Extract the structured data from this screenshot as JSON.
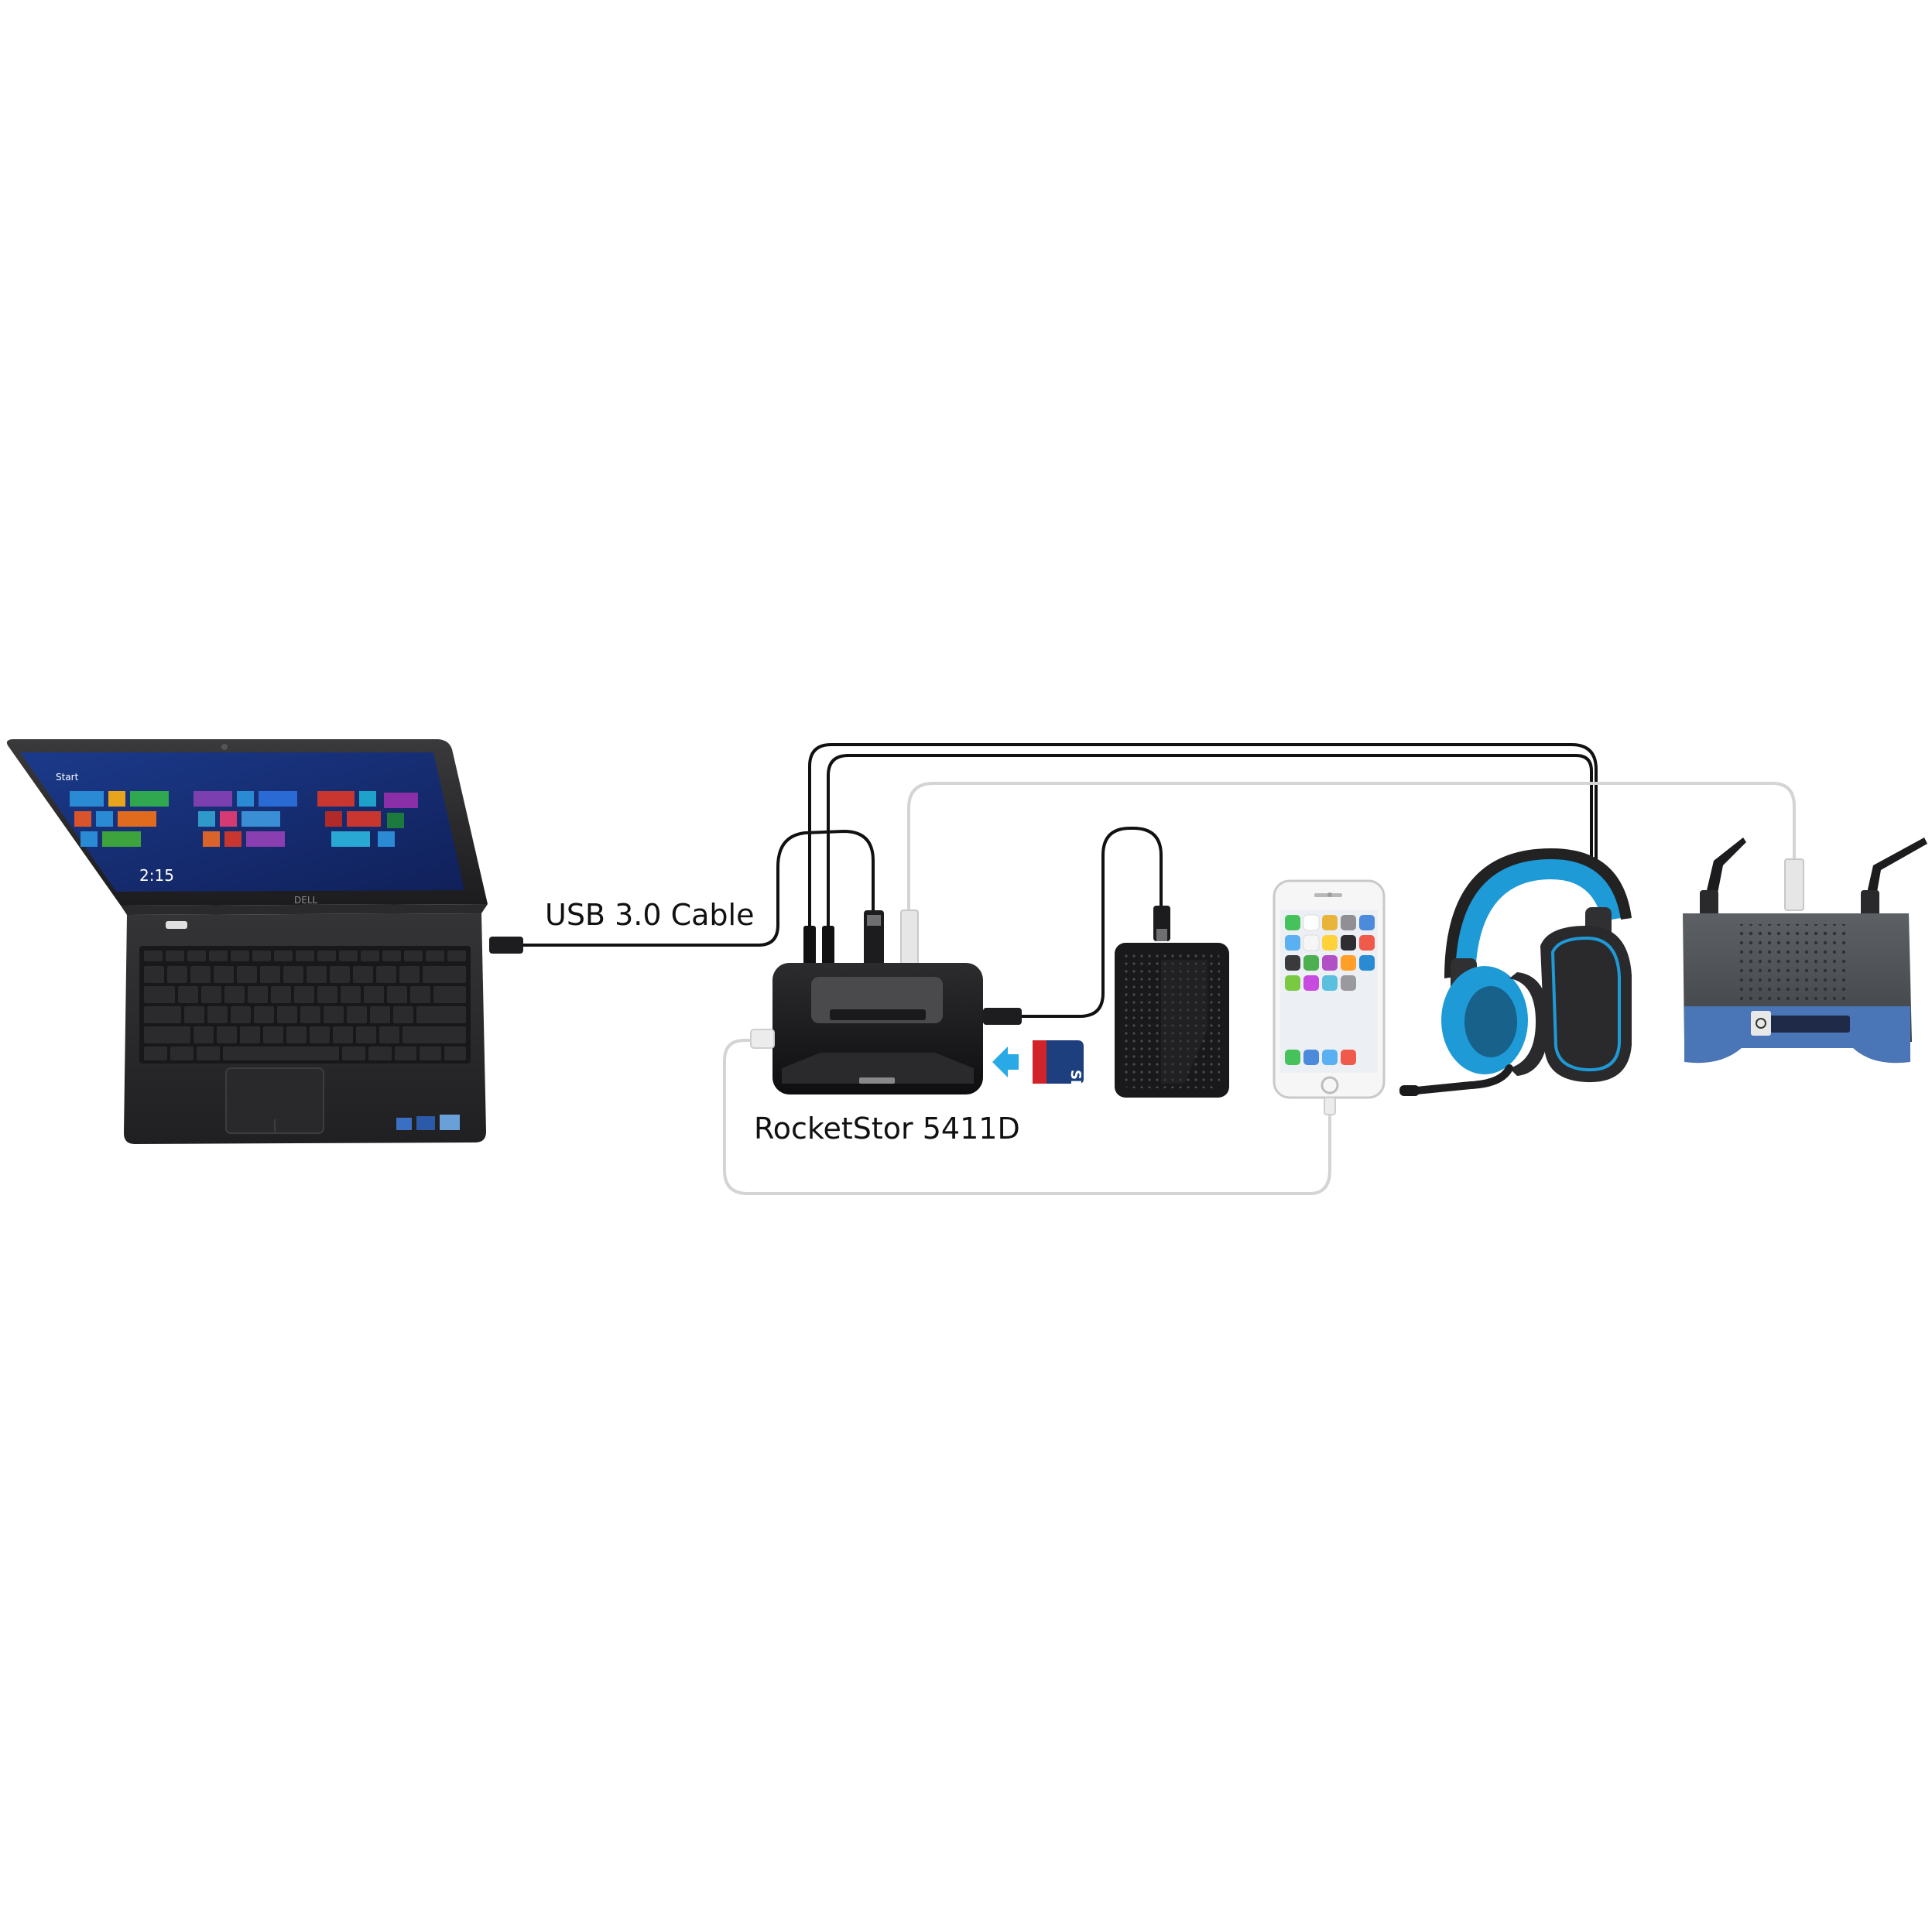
{
  "labels": {
    "cable": "USB 3.0 Cable",
    "hub": "RocketStor 5411D"
  },
  "devices": {
    "laptop": {
      "screen_start": "Start",
      "clock": "2:15",
      "brand": "DELL"
    },
    "sd_card": {
      "text": "SD"
    }
  },
  "colors": {
    "background": "#ffffff",
    "cable_black": "#111111",
    "cable_white": "#d4d4d4",
    "arrow_blue": "#29a9e6",
    "headset_blue": "#1e9ad6",
    "router_blue": "#4a76b8",
    "sd_red": "#d2232a",
    "sd_navy": "#1d3f7d"
  }
}
